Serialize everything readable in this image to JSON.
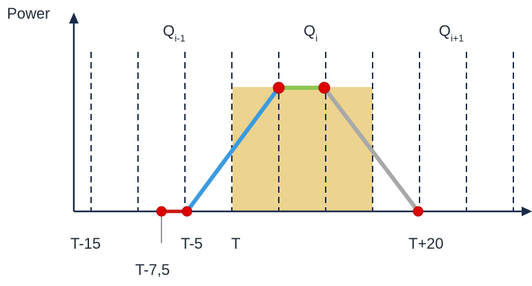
{
  "axis": {
    "y_label": "Power",
    "axis_color": "#1a2b4a"
  },
  "quarters": [
    {
      "base": "Q",
      "sub": "i-1"
    },
    {
      "base": "Q",
      "sub": "i"
    },
    {
      "base": "Q",
      "sub": "i+1"
    }
  ],
  "time_labels": {
    "t_minus_15": "T-15",
    "t_minus_5": "T-5",
    "t": "T",
    "t_plus_20": "T+20",
    "t_minus_7_5": "T-7,5"
  },
  "colors": {
    "highlight_fill": "#ecd38f",
    "ramp_up": "#3b9ae1",
    "plateau": "#8cc850",
    "ramp_down": "#a8a8a8",
    "pre_segment": "#cc1111",
    "points": "#dd0000",
    "grid_dash": "#1a2b4a"
  }
}
